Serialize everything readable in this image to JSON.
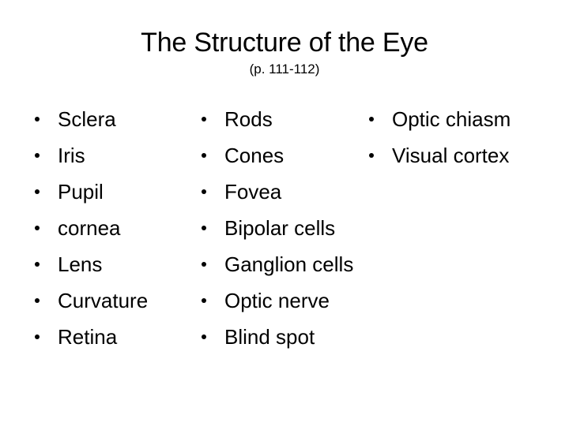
{
  "slide": {
    "title": "The Structure of the Eye",
    "subtitle": "(p. 111-112)",
    "background_color": "#FFFFFF",
    "text_color": "#000000",
    "bullet_glyph": "bullet-dot",
    "columns": [
      {
        "name": "column-1",
        "items": [
          {
            "label": "Sclera"
          },
          {
            "label": "Iris"
          },
          {
            "label": "Pupil"
          },
          {
            "label": "cornea"
          },
          {
            "label": "Lens"
          },
          {
            "label": "Curvature"
          },
          {
            "label": "Retina"
          }
        ]
      },
      {
        "name": "column-2",
        "items": [
          {
            "label": "Rods"
          },
          {
            "label": "Cones"
          },
          {
            "label": "Fovea"
          },
          {
            "label": "Bipolar cells"
          },
          {
            "label": "Ganglion cells"
          },
          {
            "label": "Optic nerve"
          },
          {
            "label": "Blind spot"
          }
        ]
      },
      {
        "name": "column-3",
        "items": [
          {
            "label": "Optic chiasm"
          },
          {
            "label": "Visual cortex"
          }
        ]
      }
    ]
  }
}
